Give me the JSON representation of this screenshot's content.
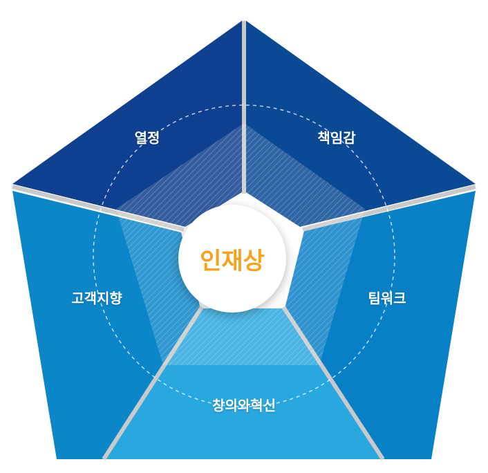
{
  "center": {
    "label": "인재상",
    "color": "#f7a21b"
  },
  "segments": [
    {
      "label": "열정",
      "color": "#0f3f8f"
    },
    {
      "label": "책임감",
      "color": "#0a4a94"
    },
    {
      "label": "팀워크",
      "color": "#0880c6"
    },
    {
      "label": "창의와혁신",
      "color": "#29a8e0"
    },
    {
      "label": "고객지향",
      "color": "#0b86c8"
    }
  ]
}
